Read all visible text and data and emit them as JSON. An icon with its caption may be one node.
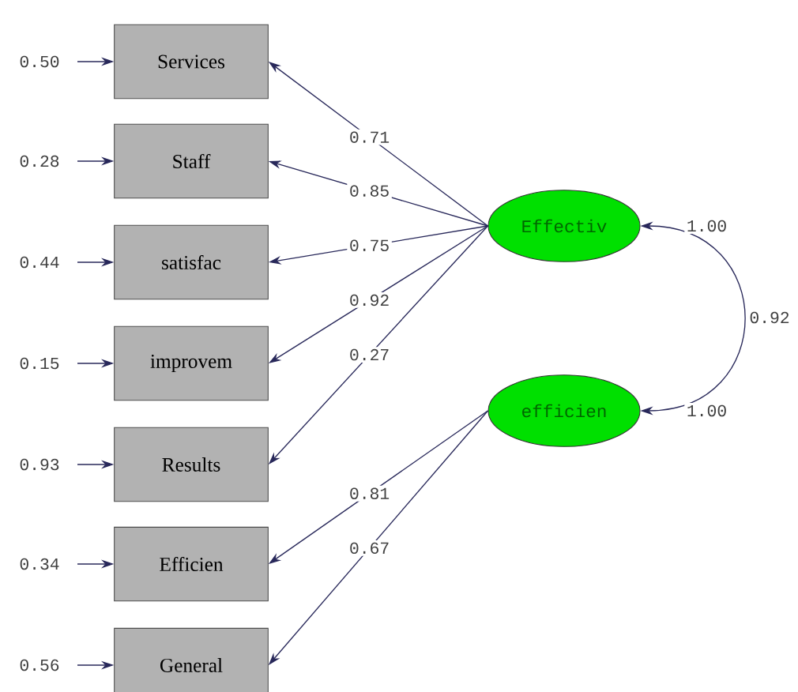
{
  "diagram": {
    "nodes": [
      {
        "text": [
          "Services"
        ]
      },
      {
        "text": [
          "Staff"
        ]
      },
      {
        "text": [
          "satisfac"
        ]
      },
      {
        "text": [
          "improvem"
        ]
      },
      {
        "text": [
          "Results"
        ]
      },
      {
        "text": [
          "Efficien"
        ]
      },
      {
        "text": [
          "General"
        ]
      },
      {
        "text": [
          "Effectiv"
        ]
      },
      {
        "text": [
          "efficien"
        ]
      }
    ],
    "edges": [
      {
        "from": 7,
        "to": 0,
        "arrow": "to",
        "label": "0.71"
      },
      {
        "from": 7,
        "to": 1,
        "arrow": "to",
        "label": "0.85"
      },
      {
        "from": 7,
        "to": 2,
        "arrow": "to",
        "label": "0.75"
      },
      {
        "from": 7,
        "to": 3,
        "arrow": "to",
        "label": "0.92"
      },
      {
        "from": 7,
        "to": 4,
        "arrow": "to",
        "label": "0.27"
      },
      {
        "from": 8,
        "to": 5,
        "arrow": "to",
        "label": "0.81"
      },
      {
        "from": 8,
        "to": 6,
        "arrow": "to",
        "label": "0.67"
      },
      {
        "from": null,
        "to": 0,
        "arrow": "to",
        "label": "0.50"
      },
      {
        "from": null,
        "to": 1,
        "arrow": "to",
        "label": "0.28"
      },
      {
        "from": null,
        "to": 2,
        "arrow": "to",
        "label": "0.44"
      },
      {
        "from": null,
        "to": 3,
        "arrow": "to",
        "label": "0.15"
      },
      {
        "from": null,
        "to": 4,
        "arrow": "to",
        "label": "0.93"
      },
      {
        "from": null,
        "to": 5,
        "arrow": "to",
        "label": "0.34"
      },
      {
        "from": null,
        "to": 6,
        "arrow": "to",
        "label": "0.56"
      },
      {
        "from": 7,
        "to": 8,
        "arrow": "both",
        "label": "0.92"
      }
    ],
    "labels": [
      "1.00",
      "1.00"
    ]
  }
}
